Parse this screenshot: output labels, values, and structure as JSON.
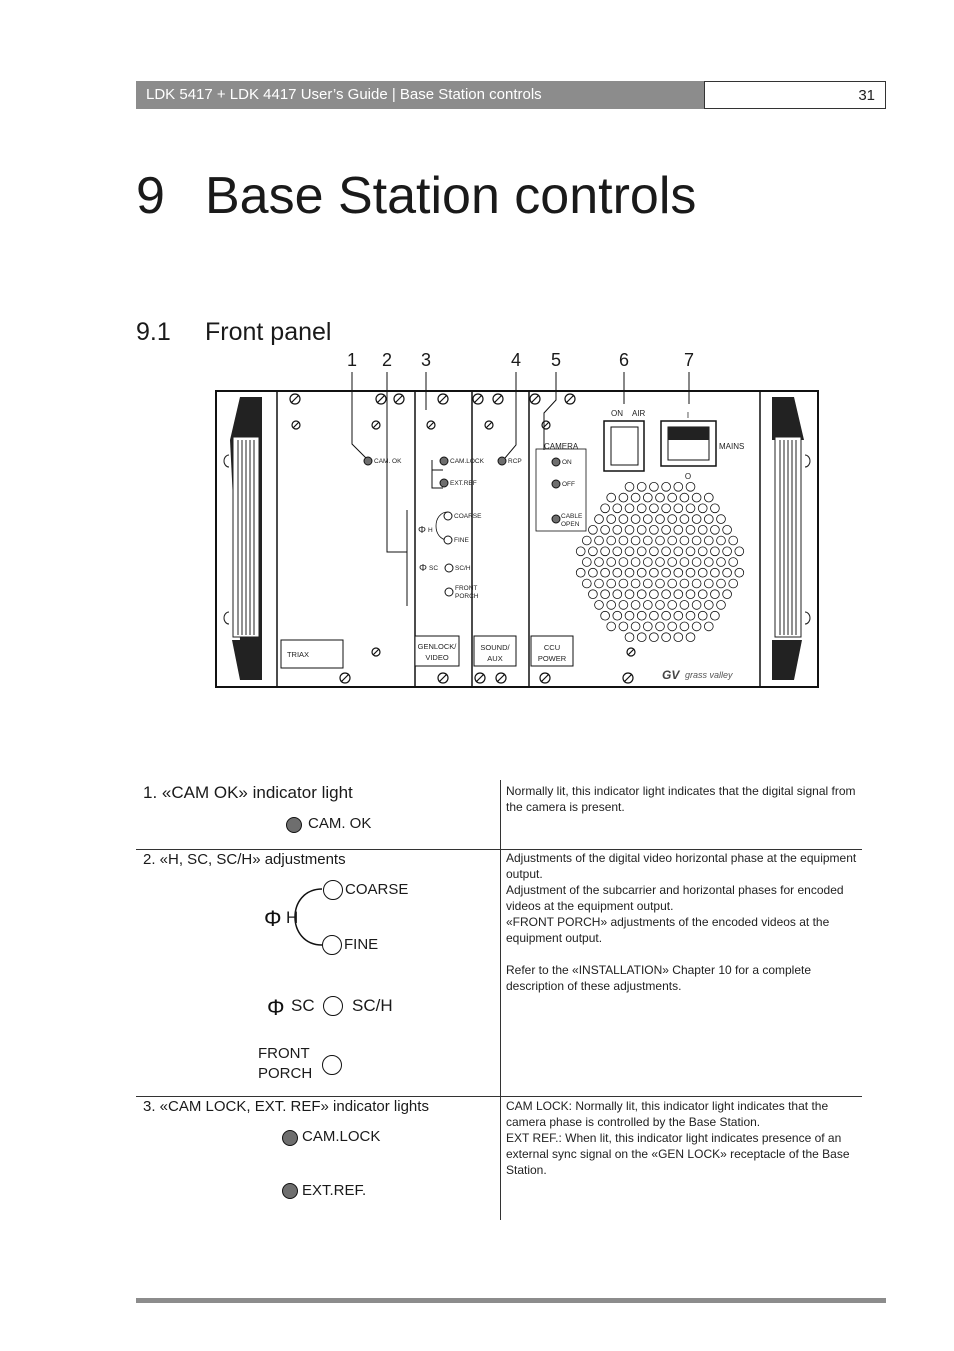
{
  "header": {
    "title": "LDK 5417 + LDK 4417 User’s Guide | Base Station controls",
    "page_number": "31"
  },
  "chapter": {
    "number": "9",
    "title": "Base Station controls"
  },
  "section": {
    "number": "9.1",
    "title": "Front panel"
  },
  "figure": {
    "callouts": [
      "1",
      "2",
      "3",
      "4",
      "5",
      "6",
      "7"
    ],
    "labels": {
      "cam_ok": "CAM. OK",
      "cam_lock": "CAM.LOCK",
      "ext_ref": "EXT.REF",
      "rcp": "RCP",
      "coarse": "COARSE",
      "h": "H",
      "fine": "FINE",
      "sc": "SC",
      "sch": "SC/H",
      "front": "FRONT",
      "porch": "PORCH",
      "camera": "CAMERA",
      "on": "ON",
      "off": "OFF",
      "cable": "CABLE",
      "open": "OPEN",
      "on_air_on": "ON",
      "on_air_air": "AIR",
      "mains": "MAINS",
      "switch_i": "I",
      "switch_o": "O",
      "triax": "TRIAX",
      "genlock": "GENLOCK/",
      "video": "VIDEO",
      "sound": "SOUND/",
      "aux": "AUX",
      "ccu": "CCU",
      "power": "POWER",
      "brand_mark": "GV",
      "brand": "grass valley"
    }
  },
  "items": [
    {
      "title": "1.   «CAM OK» indicator light",
      "controls": {
        "cam_ok": "CAM. OK"
      },
      "description": [
        "Normally lit, this indicator light indicates that the digital signal from the camera is present."
      ]
    },
    {
      "title": "2.   «H, SC, SC/H» adjustments",
      "controls": {
        "coarse": "COARSE",
        "h": "H",
        "fine": "FINE",
        "sc": "SC",
        "sch": "SC/H",
        "front": "FRONT",
        "porch": "PORCH"
      },
      "description": [
        "Adjustments of the digital video horizontal phase at the equipment output.",
        "Adjustment of the subcarrier and horizontal phases for encoded videos at the equipment output.",
        "«FRONT PORCH» adjustments of the encoded videos at the equipment output.",
        "Refer to the «INSTALLATION» Chapter 10 for a complete description of these adjustments."
      ]
    },
    {
      "title": "3.   «CAM LOCK, EXT. REF» indicator lights",
      "controls": {
        "cam_lock": "CAM.LOCK",
        "ext_ref": "EXT.REF."
      },
      "description": [
        "CAM LOCK: Normally lit, this indicator light indicates that the camera phase is controlled by the Base Station.",
        "EXT REF.: When lit, this indicator light indicates presence of an external sync signal on the «GEN LOCK» receptacle of the Base Station."
      ]
    }
  ]
}
